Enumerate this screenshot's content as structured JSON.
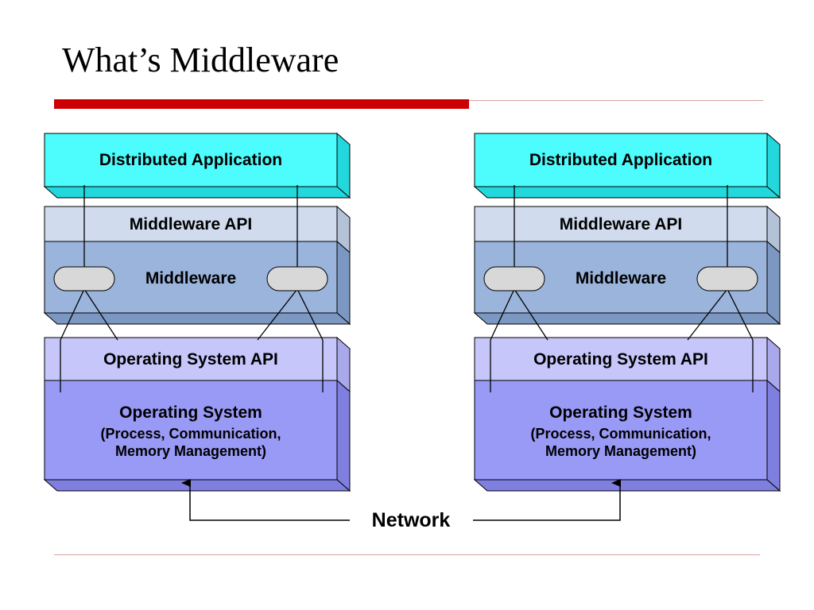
{
  "title": "What’s Middleware",
  "colors": {
    "accent_red": "#cc0000",
    "thin_rule": "#d9a0a0",
    "app_front": "#4dfcfc",
    "app_side": "#22d8dc",
    "mw_api_front": "#d0dcee",
    "mw_api_side": "#b4c2d8",
    "mw_front": "#9ab4dc",
    "mw_side": "#7c98c2",
    "os_api_front": "#c6c6fb",
    "os_api_side": "#a8a8ea",
    "os_front": "#9999f6",
    "os_side": "#7f7fe0",
    "connector": "#d8d8d8",
    "stroke": "#000000"
  },
  "stacks": [
    {
      "application": "Distributed Application",
      "middleware_api": "Middleware API",
      "middleware": "Middleware",
      "os_api": "Operating System API",
      "os_line1": "Operating System",
      "os_line2": "(Process, Communication,",
      "os_line3": "Memory Management)"
    },
    {
      "application": "Distributed Application",
      "middleware_api": "Middleware API",
      "middleware": "Middleware",
      "os_api": "Operating System API",
      "os_line1": "Operating System",
      "os_line2": "(Process, Communication,",
      "os_line3": "Memory Management)"
    }
  ],
  "network_label": "Network"
}
